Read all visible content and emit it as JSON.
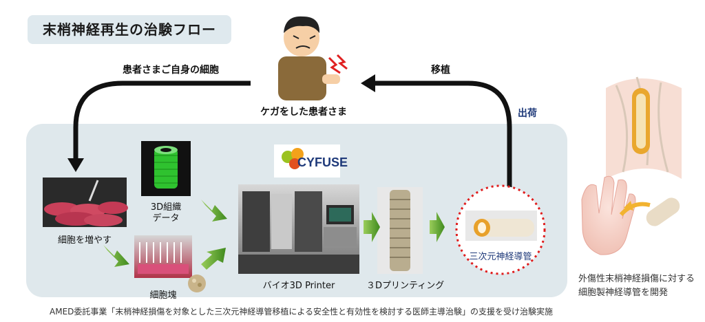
{
  "title": "末梢神経再生の治験フロー",
  "patient_label": "ケガをした患者さま",
  "arrow_left_label": "患者さまご自身の細胞",
  "arrow_right_label": "移植",
  "ship_label": "出荷",
  "steps": {
    "grow_cells": "細胞を増やす",
    "tissue_data_line1": "3D組織",
    "tissue_data_line2": "データ",
    "spheroid": "細胞塊",
    "printer": "バイオ3D Printer",
    "printing": "３Dプリンティング",
    "conduit": "三次元神経導管"
  },
  "logo_text": "CYFUSE",
  "side_note_line1": "外傷性末梢神経損傷に対する",
  "side_note_line2": "細胞製神経導管を開発",
  "footer": "AMED委託事業「末梢神経損傷を対象とした三次元神経導管移植による安全性と有効性を検討する医師主導治験」の支援を受け治験実施",
  "colors": {
    "panel": "#dfe8ec",
    "title_box": "#dfe9ee",
    "green_arrow": "#5aa12b",
    "red_dashed": "#e01d1d",
    "ship_text": "#1f3a7a"
  }
}
